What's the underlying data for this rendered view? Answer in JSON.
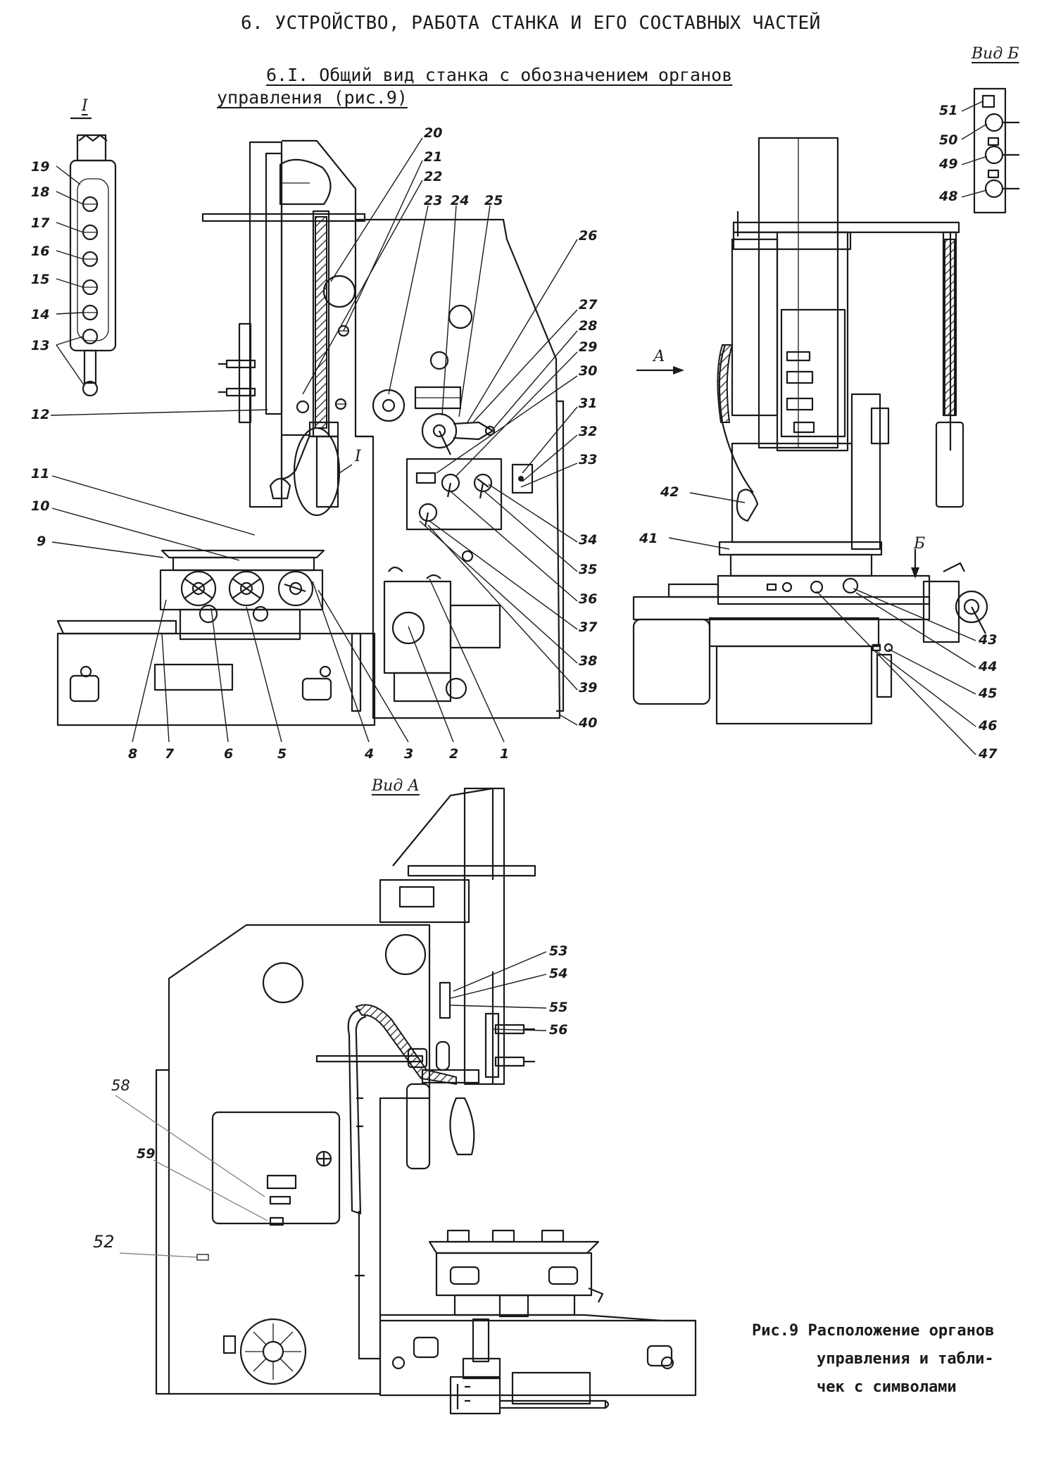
{
  "heading": "6. УСТРОЙСТВО, РАБОТА СТАНКА  И ЕГО СОСТАВНЫХ ЧАСТЕЙ",
  "subheading_line1": "6.I. Общий вид станка с обозначением органов",
  "subheading_line2": "управления (рис.9)",
  "view_labels": {
    "detail_I": "I",
    "detail_I_callout": "I",
    "view_b": "Вид Б",
    "view_a": "Вид А",
    "arrow_a": "А",
    "arrow_b": "Б"
  },
  "callouts": {
    "n1": "1",
    "n2": "2",
    "n3": "3",
    "n4": "4",
    "n5": "5",
    "n6": "6",
    "n7": "7",
    "n8": "8",
    "n9": "9",
    "n10": "10",
    "n11": "11",
    "n12": "12",
    "n13": "13",
    "n14": "14",
    "n15": "15",
    "n16": "16",
    "n17": "17",
    "n18": "18",
    "n19": "19",
    "n20": "20",
    "n21": "21",
    "n22": "22",
    "n23": "23",
    "n24": "24",
    "n25": "25",
    "n26": "26",
    "n27": "27",
    "n28": "28",
    "n29": "29",
    "n30": "30",
    "n31": "31",
    "n32": "32",
    "n33": "33",
    "n34": "34",
    "n35": "35",
    "n36": "36",
    "n37": "37",
    "n38": "38",
    "n39": "39",
    "n40": "40",
    "n41": "41",
    "n42": "42",
    "n43": "43",
    "n44": "44",
    "n45": "45",
    "n46": "46",
    "n47": "47",
    "n48": "48",
    "n49": "49",
    "n50": "50",
    "n51": "51",
    "n52": "52",
    "n53": "53",
    "n54": "54",
    "n55": "55",
    "n56": "56",
    "n58": "58",
    "n59": "59"
  },
  "caption": {
    "line1": "Рис.9  Расположение органов",
    "line2": "управления и табли-",
    "line3": "чек с символами"
  }
}
